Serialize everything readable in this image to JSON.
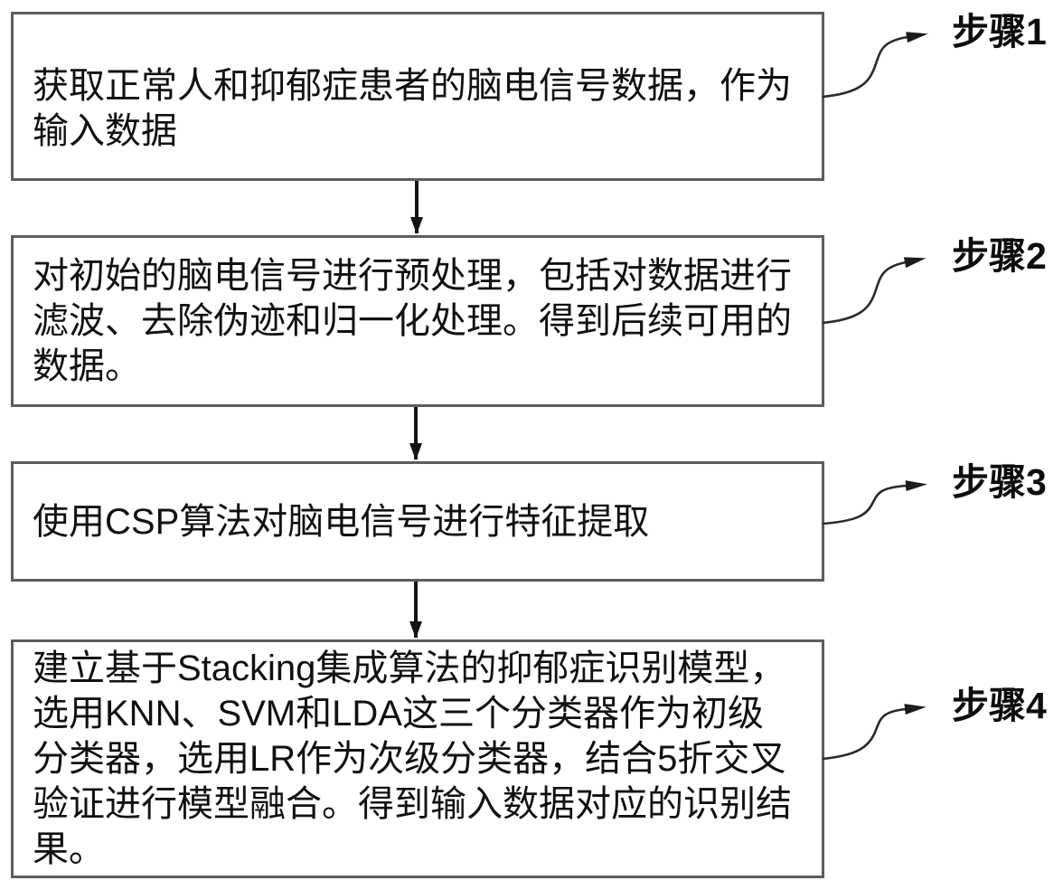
{
  "figure": {
    "type": "flowchart",
    "background_color": "#ffffff",
    "box_border_color": "#5d5d5d",
    "text_color": "#111111",
    "arrow_color": "#151515",
    "boxes": [
      {
        "step_label": "步骤1",
        "text": "获取正常人和抑郁症患者的脑电信号数据，作为\n输入数据"
      },
      {
        "step_label": "步骤2",
        "text": "对初始的脑电信号进行预处理，包括对数据进行\n滤波、去除伪迹和归一化处理。得到后续可用的\n数据。"
      },
      {
        "step_label": "步骤3",
        "text": "使用CSP算法对脑电信号进行特征提取"
      },
      {
        "step_label": "步骤4",
        "text": "建立基于Stacking集成算法的抑郁症识别模型，\n选用KNN、SVM和LDA这三个分类器作为初级\n分类器，选用LR作为次级分类器，结合5折交叉\n验证进行模型融合。得到输入数据对应的识别结\n果。"
      }
    ],
    "connections": [
      {
        "from": "步骤1",
        "to": "步骤2",
        "type": "arrow-down"
      },
      {
        "from": "步骤2",
        "to": "步骤3",
        "type": "arrow-down"
      },
      {
        "from": "步骤3",
        "to": "步骤4",
        "type": "arrow-down"
      }
    ]
  }
}
